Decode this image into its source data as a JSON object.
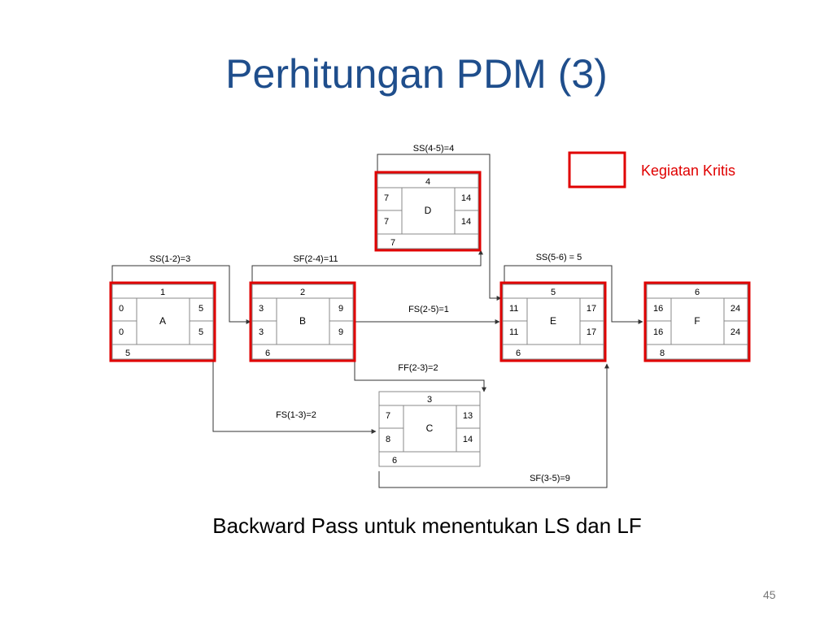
{
  "title": "Perhitungan PDM (3)",
  "subtitle": "Backward Pass untuk menentukan LS dan LF",
  "page_number": "45",
  "legend": {
    "label": "Kegiatan Kritis",
    "color": "#e00000"
  },
  "colors": {
    "title": "#1f4e8c",
    "critical": "#e00000",
    "line": "#333333"
  },
  "activities": [
    {
      "id": "A",
      "number": "1",
      "es": "0",
      "ef": "5",
      "ls": "0",
      "lf": "5",
      "duration": "5",
      "critical": true
    },
    {
      "id": "B",
      "number": "2",
      "es": "3",
      "ef": "9",
      "ls": "3",
      "lf": "9",
      "duration": "6",
      "critical": true
    },
    {
      "id": "C",
      "number": "3",
      "es": "7",
      "ef": "13",
      "ls": "8",
      "lf": "14",
      "duration": "6",
      "critical": false
    },
    {
      "id": "D",
      "number": "4",
      "es": "7",
      "ef": "14",
      "ls": "7",
      "lf": "14",
      "duration": "7",
      "critical": true
    },
    {
      "id": "E",
      "number": "5",
      "es": "11",
      "ef": "17",
      "ls": "11",
      "lf": "17",
      "duration": "6",
      "critical": true
    },
    {
      "id": "F",
      "number": "6",
      "es": "16",
      "ef": "24",
      "ls": "16",
      "lf": "24",
      "duration": "8",
      "critical": true
    }
  ],
  "links": [
    {
      "label": "SS(1-2)=3"
    },
    {
      "label": "SF(2-4)=11"
    },
    {
      "label": "SS(4-5)=4"
    },
    {
      "label": "FS(2-5)=1"
    },
    {
      "label": "SS(5-6) = 5"
    },
    {
      "label": "FF(2-3)=2"
    },
    {
      "label": "FS(1-3)=2"
    },
    {
      "label": "SF(3-5)=9"
    }
  ]
}
